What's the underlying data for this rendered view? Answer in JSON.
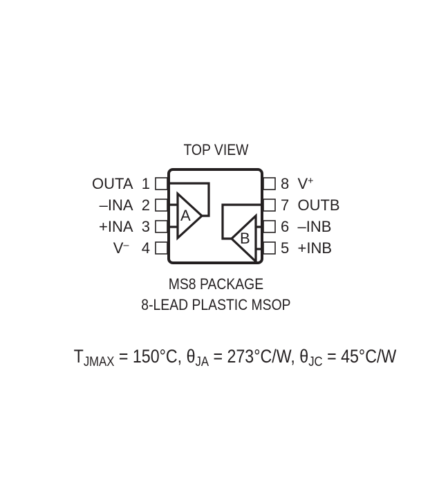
{
  "diagram": {
    "title": "TOP VIEW",
    "package_name": "MS8 PACKAGE",
    "package_desc": "8-LEAD PLASTIC MSOP",
    "amplifiers": [
      "A",
      "B"
    ],
    "pins_left": [
      {
        "number": "1",
        "name": "OUTA"
      },
      {
        "number": "2",
        "name": "–INA"
      },
      {
        "number": "3",
        "name": "+INA"
      },
      {
        "number": "4",
        "name": "V",
        "sup": "–"
      }
    ],
    "pins_right": [
      {
        "number": "8",
        "name": "V",
        "sup": "+"
      },
      {
        "number": "7",
        "name": "OUTB"
      },
      {
        "number": "6",
        "name": "–INB"
      },
      {
        "number": "5",
        "name": "+INB"
      }
    ],
    "thermal": {
      "tjmax_symbol": "T",
      "tjmax_sub": "JMAX",
      "tjmax_value": " = 150°C, ",
      "theta_ja_symbol": "θ",
      "theta_ja_sub": "JA",
      "theta_ja_value": " = 273°C/W, ",
      "theta_jc_symbol": "θ",
      "theta_jc_sub": "JC",
      "theta_jc_value": " = 45°C/W"
    }
  }
}
